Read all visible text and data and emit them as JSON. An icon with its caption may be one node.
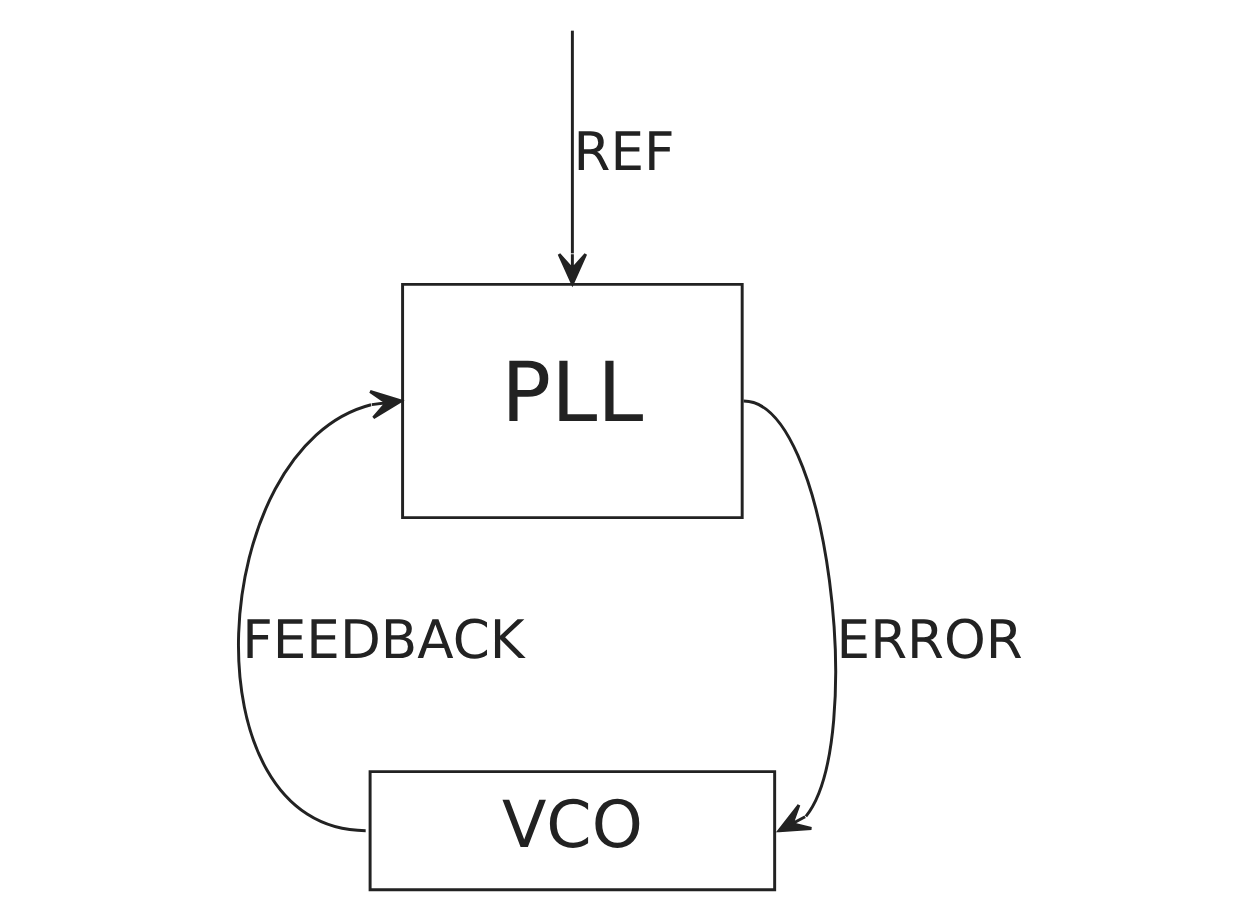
{
  "diagram": {
    "nodes": [
      {
        "text": [
          "PLL"
        ]
      },
      {
        "text": [
          "VCO"
        ]
      }
    ],
    "edges": [
      {
        "from": null,
        "to": 0,
        "arrow": "to",
        "label": "REF"
      },
      {
        "from": 0,
        "to": 1,
        "arrow": "to",
        "label": "ERROR"
      },
      {
        "from": 1,
        "to": 0,
        "arrow": "to",
        "label": "FEEDBACK"
      }
    ]
  }
}
